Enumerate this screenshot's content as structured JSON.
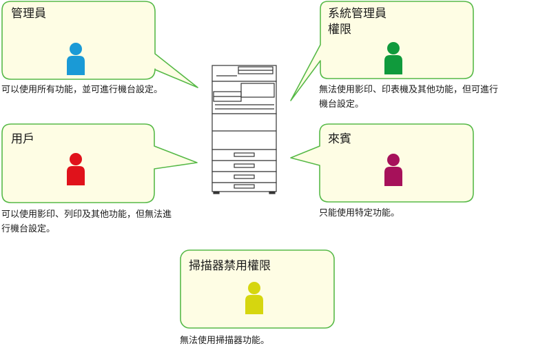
{
  "roles": {
    "admin": {
      "title": "管理員",
      "description": "可以使用所有功能，並可進行機台設定。",
      "person_color": "#1a9ad6",
      "person_icon": "person-icon"
    },
    "sysadmin": {
      "title": "系統管理員\n權限",
      "description": "無法使用影印、印表機及其他功能，但可進行\n機台設定。",
      "person_color": "#109a3c",
      "person_icon": "person-icon"
    },
    "user": {
      "title": "用戶",
      "description": "可以使用影印、列印及其他功能，但無法進\n行機台設定。",
      "person_color": "#e0121b",
      "person_icon": "person-icon"
    },
    "guest": {
      "title": "來賓",
      "description": "只能使用特定功能。",
      "person_color": "#a6115a",
      "person_icon": "person-icon"
    },
    "scanner": {
      "title": "掃描器禁用權限",
      "description": "無法使用掃描器功能。",
      "person_color": "#d6d60f",
      "person_icon": "person-icon"
    }
  },
  "colors": {
    "bubble_fill": "#fefde4",
    "bubble_stroke": "#56b947",
    "printer_stroke": "#333333"
  },
  "center_icon": "multifunction-printer-icon"
}
